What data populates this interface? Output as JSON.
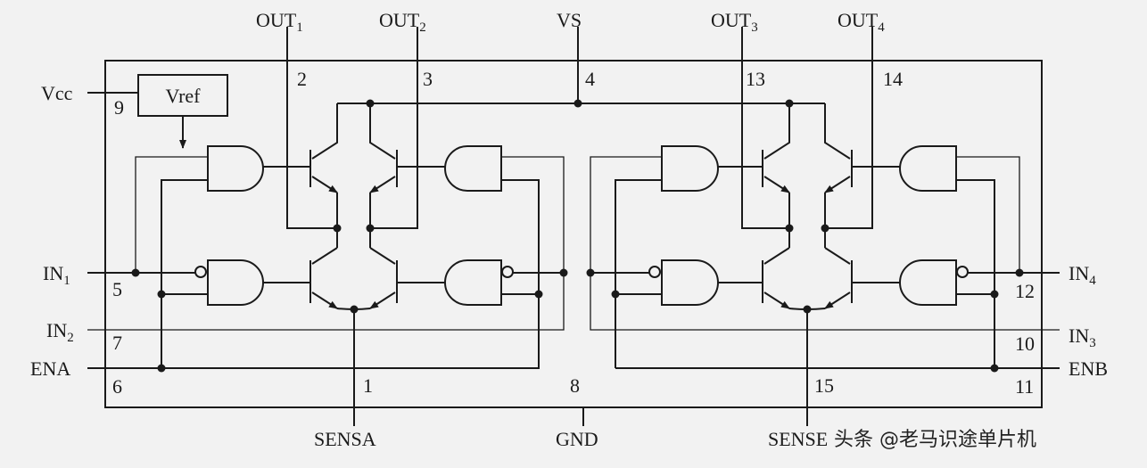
{
  "pins": {
    "out1": {
      "name": "OUT",
      "sub": "1",
      "number": "2"
    },
    "out2": {
      "name": "OUT",
      "sub": "2",
      "number": "3"
    },
    "vs": {
      "name": "VS",
      "number": "4"
    },
    "out3": {
      "name": "OUT",
      "sub": "3",
      "number": "13"
    },
    "out4": {
      "name": "OUT",
      "sub": "4",
      "number": "14"
    },
    "vcc": {
      "name": "Vcc",
      "number": "9"
    },
    "in1": {
      "name": "IN",
      "sub": "1",
      "number": "5"
    },
    "in2": {
      "name": "IN",
      "sub": "2",
      "number": "7"
    },
    "ena": {
      "name": "ENA",
      "number": "6"
    },
    "sensa": {
      "name": "SENSA",
      "number": "1"
    },
    "gnd": {
      "name": "GND",
      "number": "8"
    },
    "sensb": {
      "name": "SENSE",
      "number": "15"
    },
    "in4": {
      "name": "IN",
      "sub": "4",
      "number": "12"
    },
    "in3": {
      "name": "IN",
      "sub": "3",
      "number": "10"
    },
    "enb": {
      "name": "ENB",
      "number": "11"
    }
  },
  "vref_label": "Vref",
  "watermark": "头条 @老马识途单片机"
}
